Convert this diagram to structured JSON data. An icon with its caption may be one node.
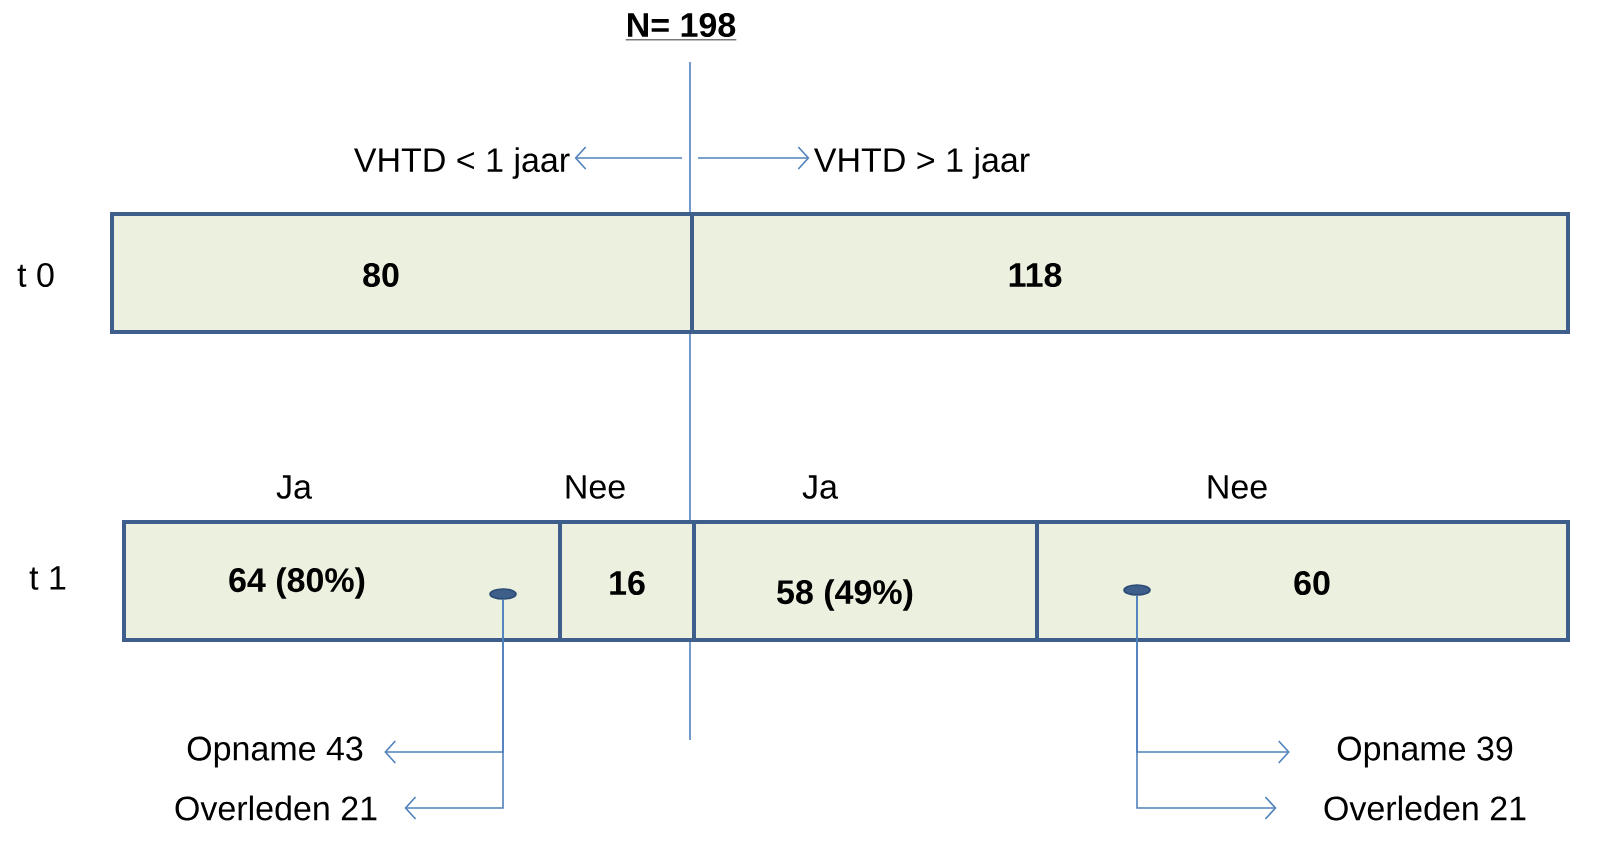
{
  "diagram": {
    "title": "N= 198",
    "nodes": [
      {
        "text": [
          "80"
        ]
      },
      {
        "text": [
          "118"
        ]
      },
      {
        "text": [
          "Ja",
          "64 (80%)"
        ]
      },
      {
        "text": [
          "Nee",
          "16"
        ]
      },
      {
        "text": [
          "Ja",
          "58 (49%)"
        ]
      },
      {
        "text": [
          "Nee",
          "60"
        ]
      },
      {
        "text": [
          "VHTD < 1 jaar"
        ]
      },
      {
        "text": [
          "VHTD > 1 jaar"
        ]
      },
      {
        "text": [],
        "shape": "circle",
        "in": 2
      },
      {
        "text": [],
        "shape": "circle",
        "in": 5
      },
      {
        "text": [
          "Opname 43"
        ]
      },
      {
        "text": [
          "Overleden 21"
        ]
      },
      {
        "text": [
          "Opname 39"
        ]
      },
      {
        "text": [
          "Overleden 21"
        ]
      }
    ],
    "edges": [
      {
        "from": null,
        "to": 6,
        "arrow": "to"
      },
      {
        "from": null,
        "to": 7,
        "arrow": "to"
      },
      {
        "from": 8,
        "to": 10,
        "arrow": "to"
      },
      {
        "from": 8,
        "to": 11,
        "arrow": "to"
      },
      {
        "from": 9,
        "to": 12,
        "arrow": "to"
      },
      {
        "from": 9,
        "to": 13,
        "arrow": "to"
      }
    ],
    "labels": [
      "t 0",
      "t 1"
    ]
  }
}
